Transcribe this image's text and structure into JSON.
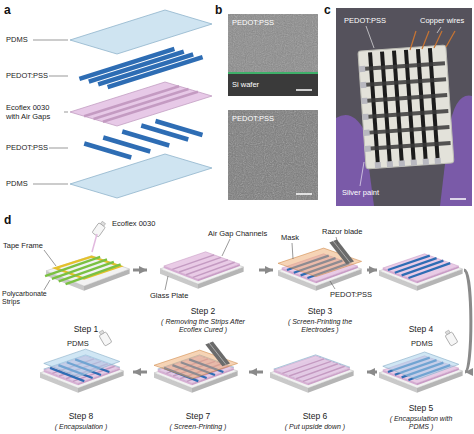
{
  "diagram": {
    "nodes": [
      {
        "text": [
          "Step 1"
        ]
      },
      {
        "text": [
          "Step 2",
          "( Removing the Strips After Ecoflex Cured )"
        ]
      },
      {
        "text": [
          "Step 3",
          "( Screen-Printing the Electrodes )"
        ]
      },
      {
        "text": [
          "Step 4"
        ]
      },
      {
        "text": [
          "Step 5",
          "( Encapsulation with PDMS )"
        ]
      },
      {
        "text": [
          "Step 6",
          "( Put upside down )"
        ]
      },
      {
        "text": [
          "Step 7",
          "( Screen-Printing )"
        ]
      },
      {
        "text": [
          "Step 8",
          "( Encapsulation )"
        ]
      }
    ],
    "edges": [
      {
        "from": 0,
        "to": 1,
        "arrow": "to"
      },
      {
        "from": 1,
        "to": 2,
        "arrow": "to"
      },
      {
        "from": 2,
        "to": 3,
        "arrow": "to"
      },
      {
        "from": 3,
        "to": 4,
        "arrow": "to"
      },
      {
        "from": 4,
        "to": 5,
        "arrow": "to"
      },
      {
        "from": 5,
        "to": 6,
        "arrow": "to"
      },
      {
        "from": 6,
        "to": 7,
        "arrow": "to"
      }
    ],
    "labels": [
      "a",
      "PDMS",
      "PEDOT:PSS",
      "Ecoflex 0030 with Air Gaps",
      "PEDOT:PSS",
      "PDMS",
      "b",
      "PEDOT:PSS",
      "Si wafer",
      "PEDOT:PSS",
      "c",
      "PEDOT:PSS",
      "Copper wires",
      "Silver paint",
      "d",
      "Ecoflex 0030",
      "Tape Frame",
      "Polycarbonate Strips",
      "Air Gap Channels",
      "Glass Plate",
      "Mask",
      "Razor blade",
      "PEDOT:PSS",
      "PDMS",
      "PDMS"
    ]
  }
}
